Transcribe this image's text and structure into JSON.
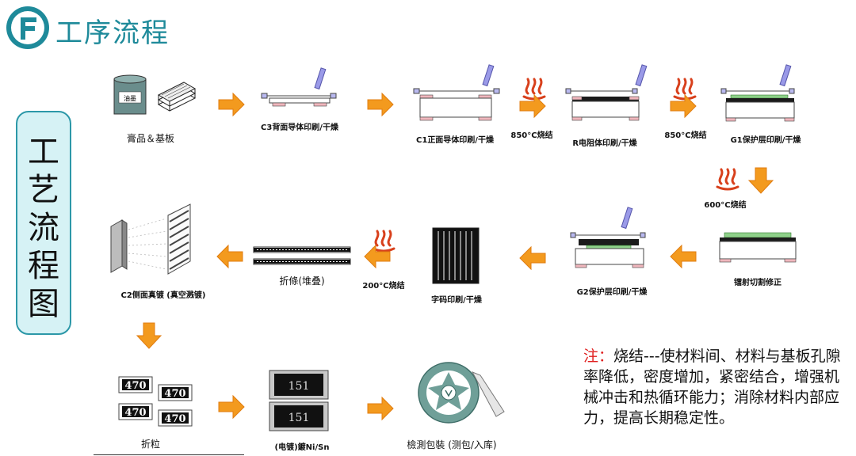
{
  "header": {
    "title": "工序流程"
  },
  "side_label": {
    "chars": [
      "工",
      "艺",
      "流",
      "程",
      "图"
    ]
  },
  "steps": {
    "s1": "膏品＆基板",
    "s2": "C3背面导体印刷/干燥",
    "s3": "C1正面导体印刷/干燥",
    "s4": "R电阻体印刷/干燥",
    "s5": "G1保护层印刷/干燥",
    "s6": "镭射切割修正",
    "s7": "G2保护层印刷/干燥",
    "s8": "字码印刷/干燥",
    "s9": "折條(堆叠)",
    "s10": "C2侧面真镀 (真空溅镀)",
    "s11": "折粒",
    "s12": "(电镀)鍍Ni/Sn",
    "s13": "檢測包裝 (测包/入库)"
  },
  "firing": {
    "f1": "850°C烧结",
    "f2": "850°C烧结",
    "f3": "600°C烧结",
    "f4": "200°C烧结"
  },
  "labels": {
    "ink": "油墨",
    "chip_code_a": "470",
    "chip_code_b": "151"
  },
  "note": {
    "label": "注：",
    "text": "烧结---使材料间、材料与基板孔隙率降低，密度增加，紧密结合，增强机械冲击和热循环能力；消除材料内部应力，提高长期稳定性。"
  },
  "colors": {
    "accent": "#1e8a9a",
    "arrow": "#f39a1e",
    "flame": "#d8401c",
    "panel": "#d6f2f5"
  }
}
